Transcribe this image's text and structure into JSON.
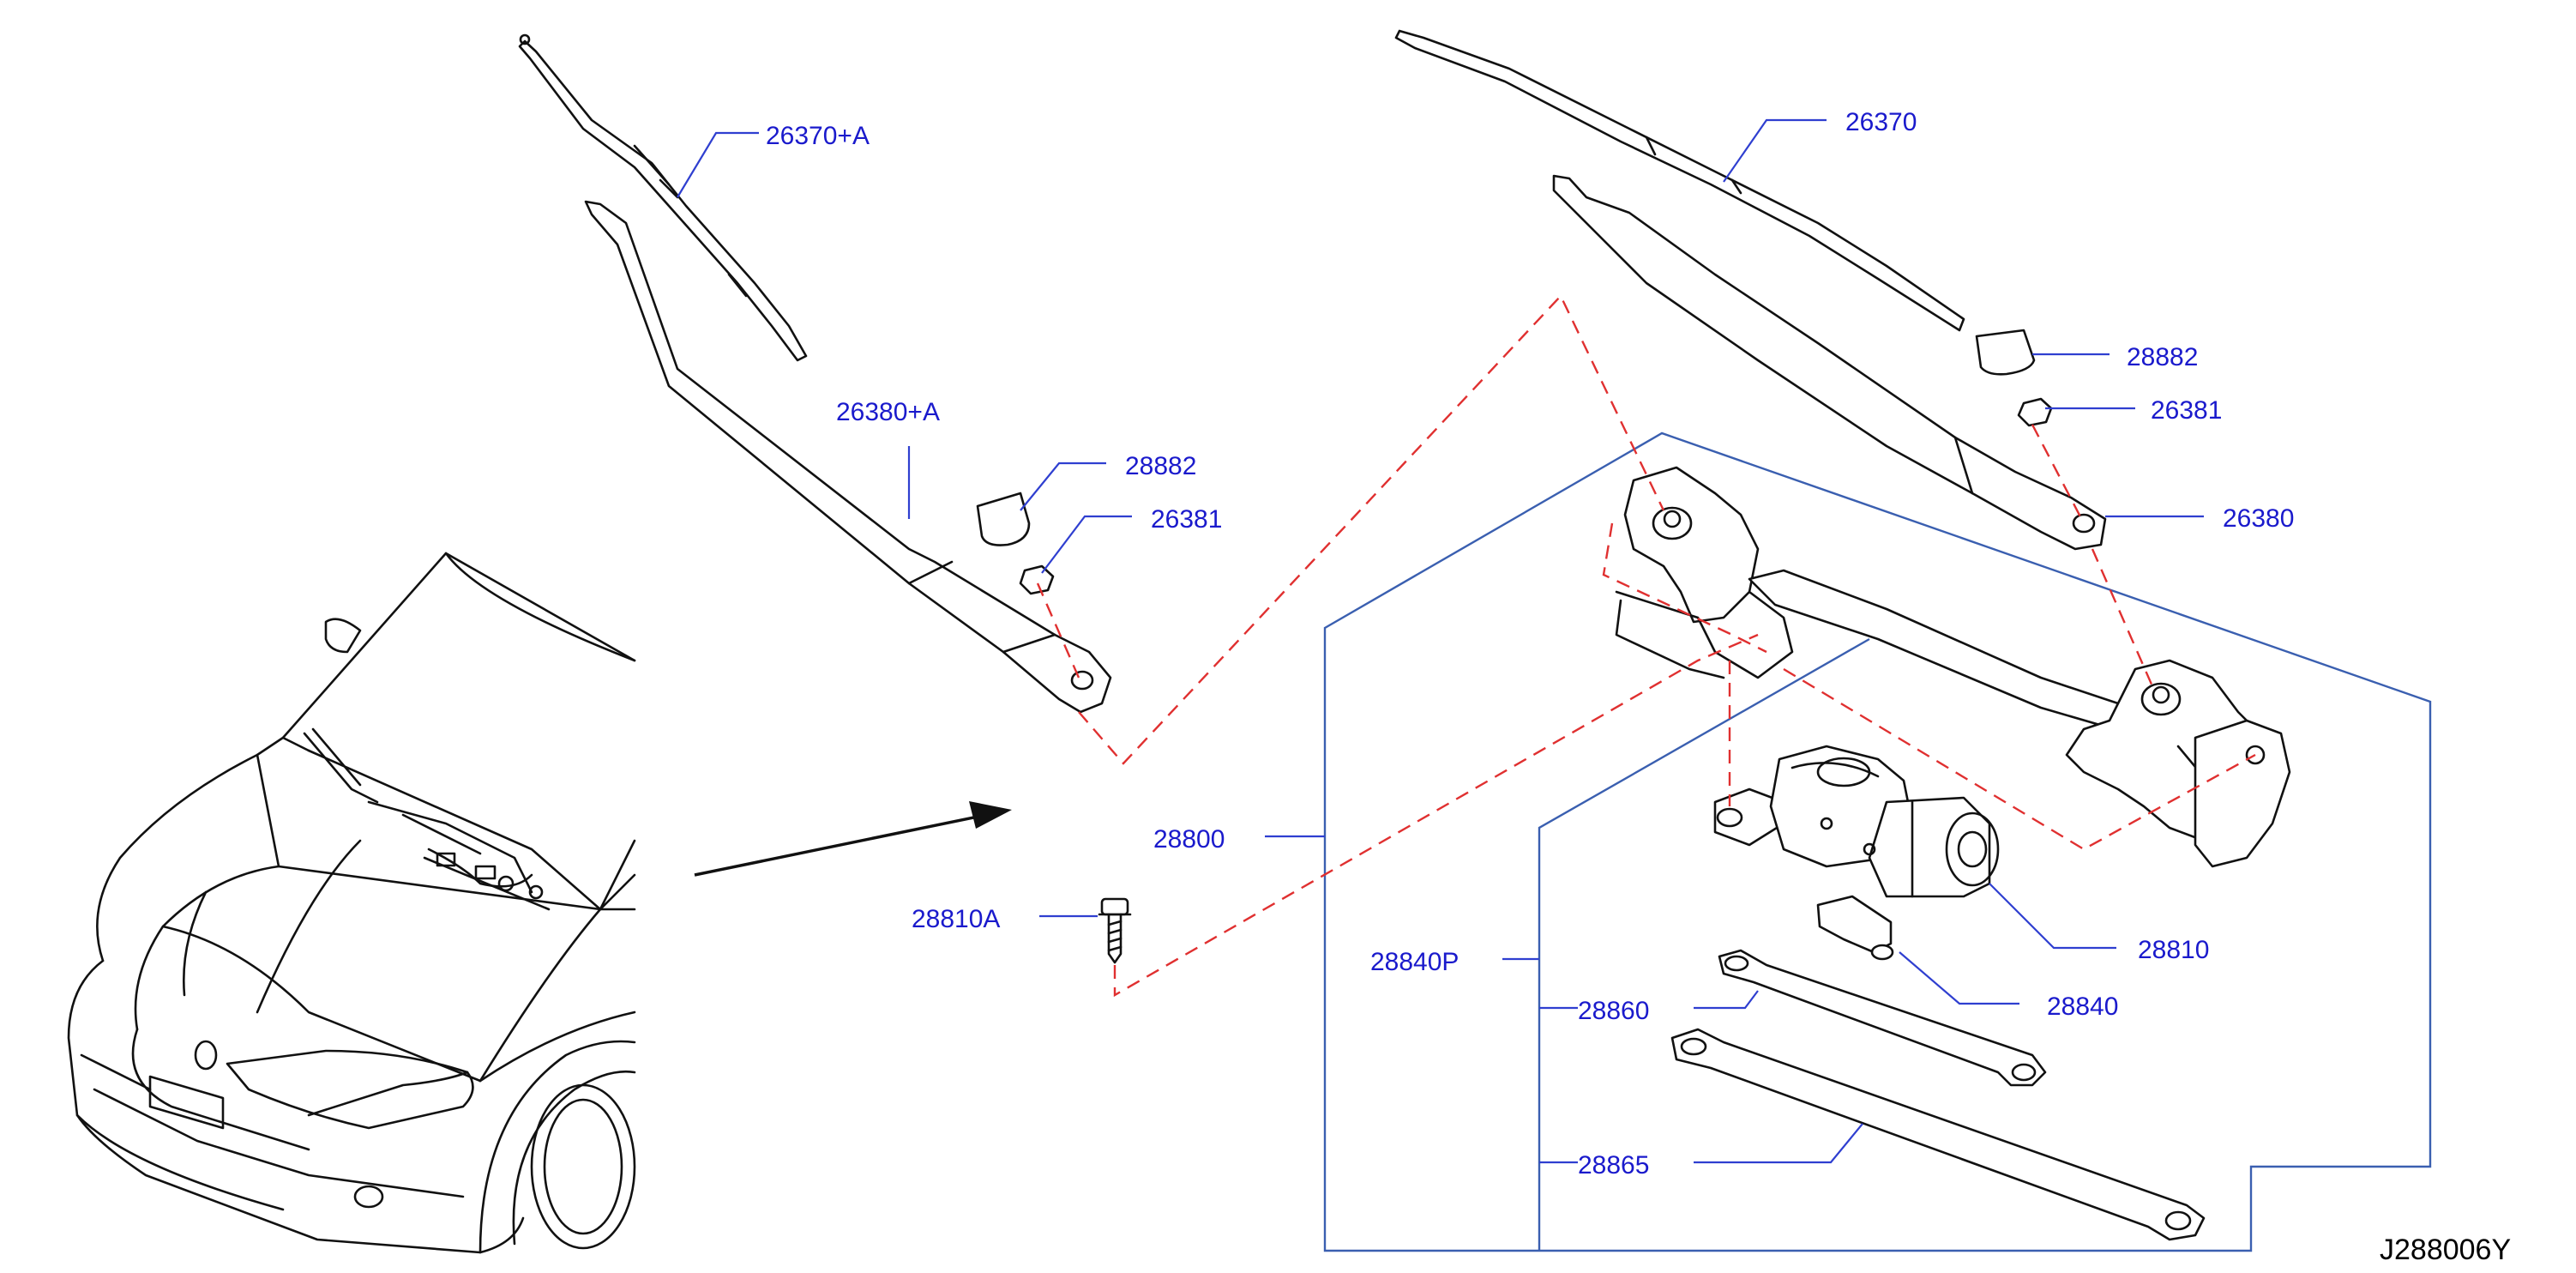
{
  "diagram": {
    "id": "J288006Y",
    "colors": {
      "label": "#1a1acc",
      "leader": "#2f3fd0",
      "outline_box": "#3a5fb0",
      "alignment_dash": "#e03030",
      "ink": "#111111"
    },
    "labels": {
      "blade_passenger": "26370+A",
      "arm_passenger": "26380+A",
      "cap_passenger": "28882",
      "nut_passenger": "26381",
      "blade_driver": "26370",
      "cap_driver": "28882",
      "nut_driver": "26381",
      "arm_driver": "26380",
      "assembly": "28800",
      "bolt": "28810A",
      "motor": "28810",
      "linkage_kit": "28840P",
      "bracket": "28840",
      "link_short": "28860",
      "link_long": "28865"
    }
  }
}
